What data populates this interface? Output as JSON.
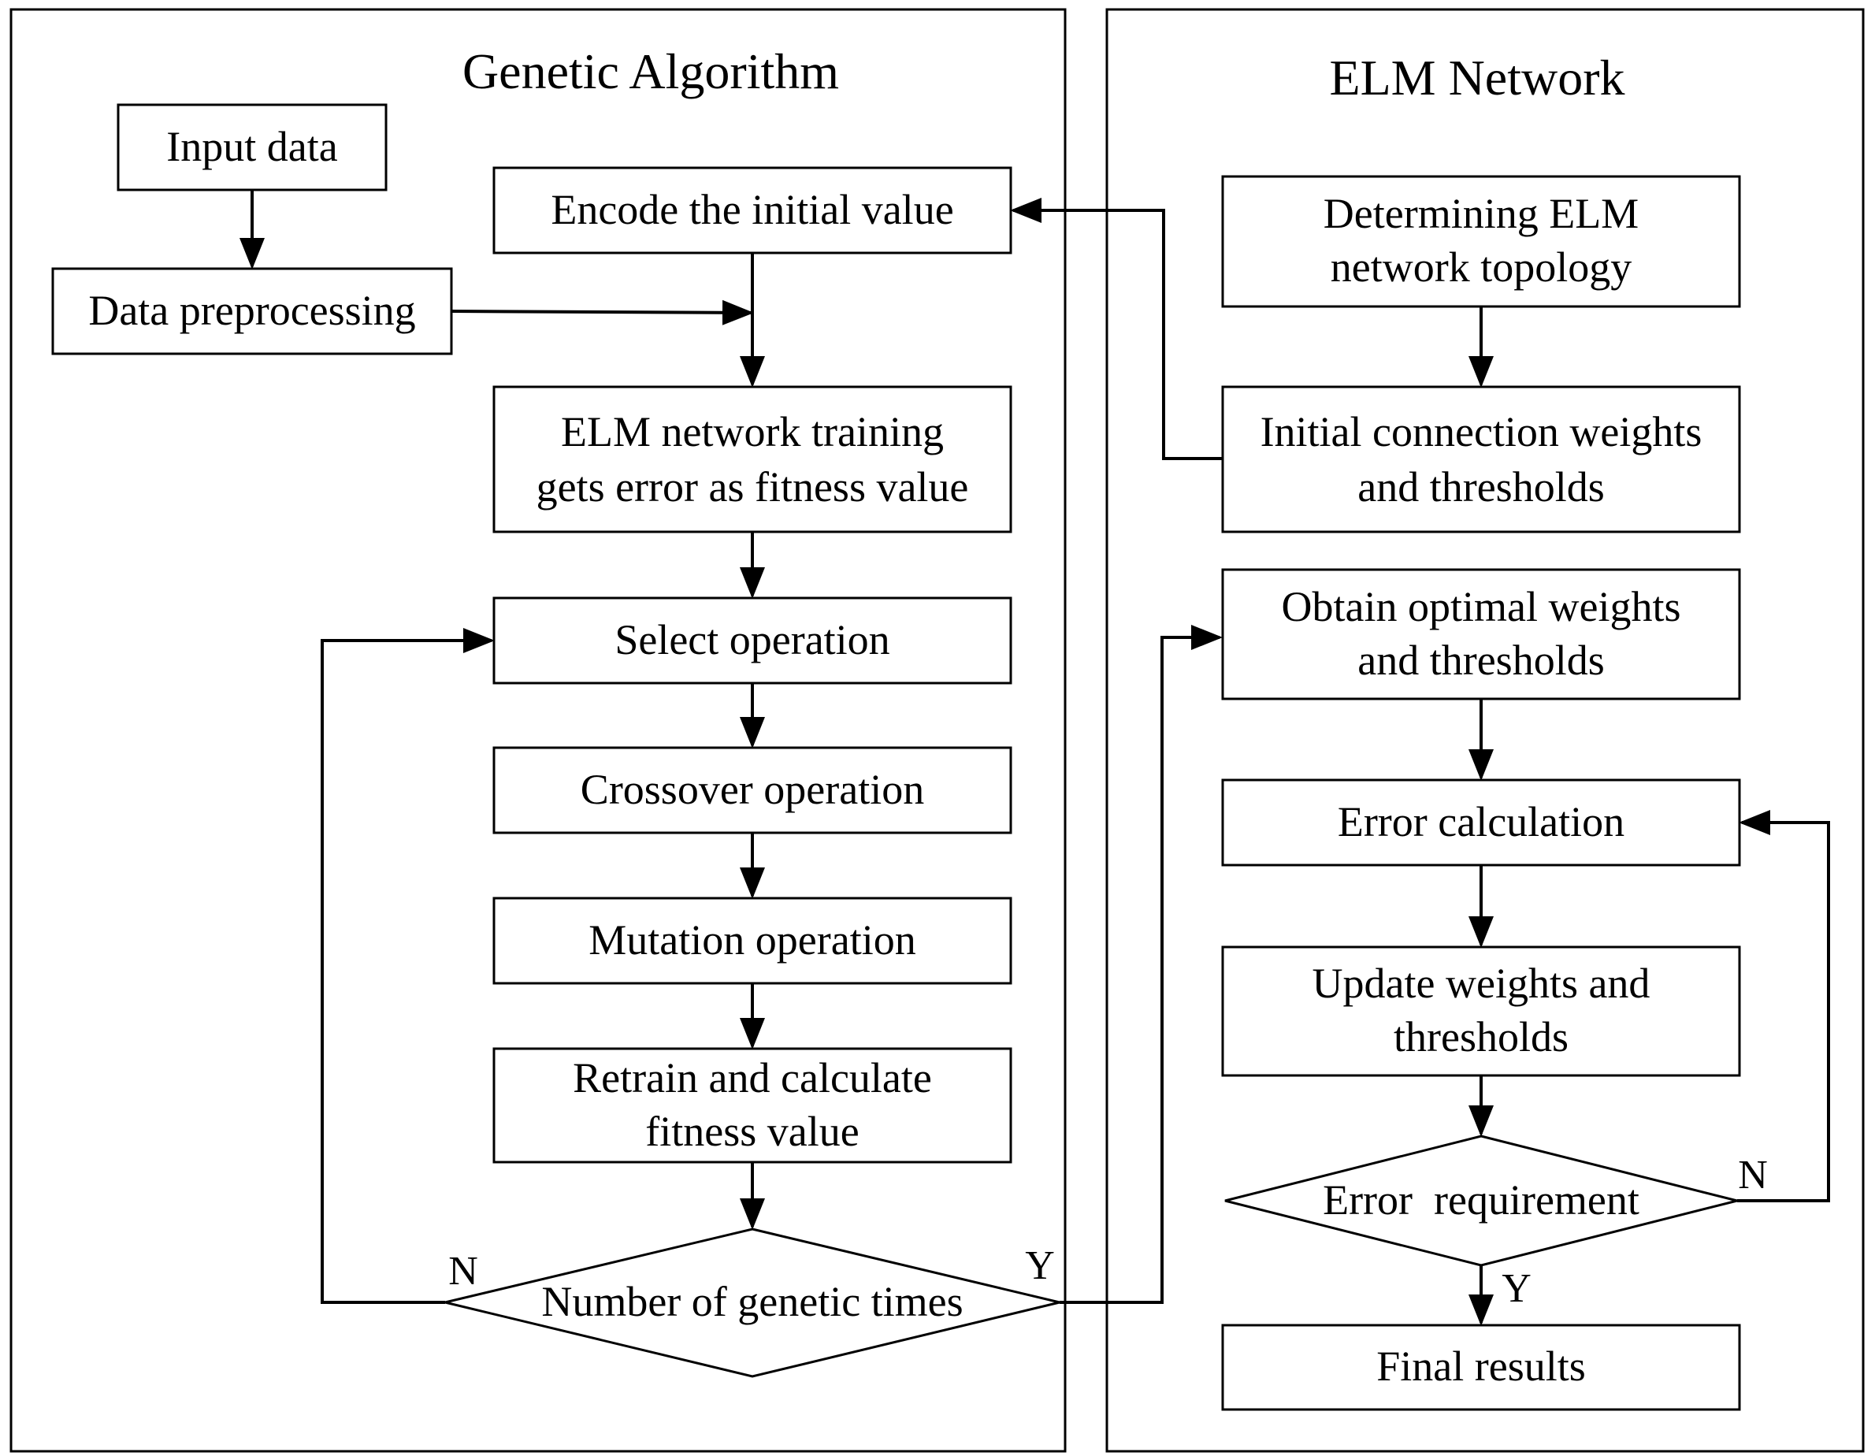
{
  "panels": {
    "ga_title": "Genetic Algorithm",
    "elm_title": "ELM Network"
  },
  "ga": {
    "input_data": "Input data",
    "data_preprocessing": "Data preprocessing",
    "encode": "Encode the initial value",
    "training": [
      "ELM network training",
      "gets error as fitness value"
    ],
    "select": "Select operation",
    "crossover": "Crossover operation",
    "mutation": "Mutation operation",
    "retrain": [
      "Retrain and calculate",
      "fitness value"
    ],
    "decision": "Number of genetic times",
    "no_label": "N",
    "yes_label": "Y"
  },
  "elm": {
    "topology": [
      "Determining ELM",
      "network topology"
    ],
    "initial_weights": [
      "Initial connection weights",
      "and thresholds"
    ],
    "optimal_weights": [
      "Obtain optimal weights",
      "and thresholds"
    ],
    "error_calc": "Error calculation",
    "update": [
      "Update weights and",
      "thresholds"
    ],
    "decision": "Error  requirement",
    "no_label": "N",
    "yes_label": "Y",
    "final": "Final results"
  }
}
